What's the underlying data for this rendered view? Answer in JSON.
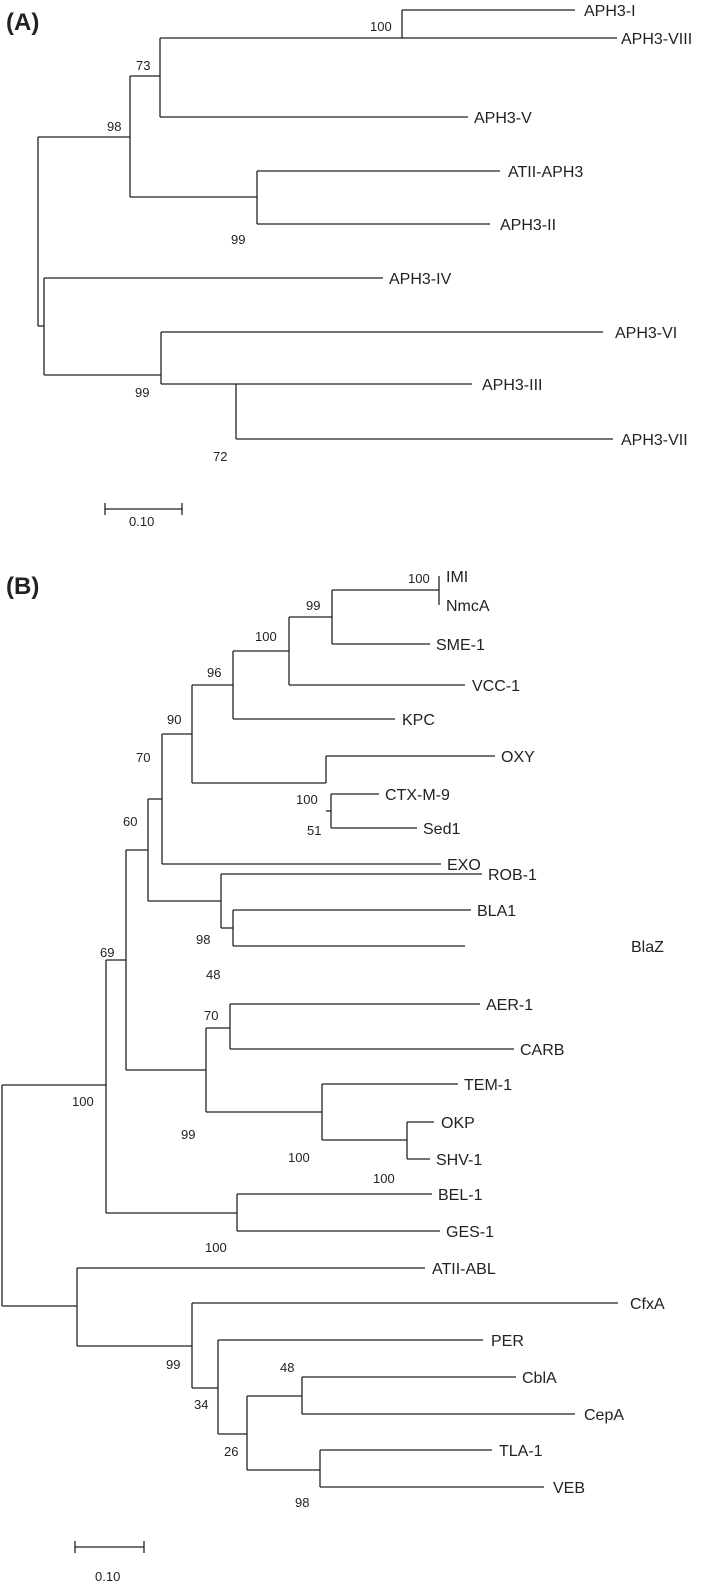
{
  "panels": [
    {
      "id": "A",
      "label": "(A)",
      "scale_label": "0.10",
      "leaves": [
        "APH3-I",
        "APH3-VIII",
        "APH3-V",
        "ATII-APH3",
        "APH3-II",
        "APH3-IV",
        "APH3-VI",
        "APH3-III",
        "APH3-VII"
      ],
      "supports": [
        "100",
        "73",
        "98",
        "99",
        "99",
        "72"
      ]
    },
    {
      "id": "B",
      "label": "(B)",
      "scale_label": "0.10",
      "leaves": [
        "IMI",
        "NmcA",
        "SME-1",
        "VCC-1",
        "KPC",
        "OXY",
        "CTX-M-9",
        "Sed1",
        "EXO",
        "ROB-1",
        "BLA1",
        "BlaZ",
        "AER-1",
        "CARB",
        "TEM-1",
        "OKP",
        "SHV-1",
        "BEL-1",
        "GES-1",
        "ATII-ABL",
        "CfxA",
        "PER",
        "CblA",
        "CepA",
        "TLA-1",
        "VEB"
      ],
      "supports": [
        "100",
        "99",
        "100",
        "96",
        "90",
        "100",
        "51",
        "70",
        "60",
        "98",
        "48",
        "69",
        "70",
        "99",
        "100",
        "100",
        "100",
        "100",
        "99",
        "34",
        "48",
        "26",
        "98"
      ]
    }
  ]
}
